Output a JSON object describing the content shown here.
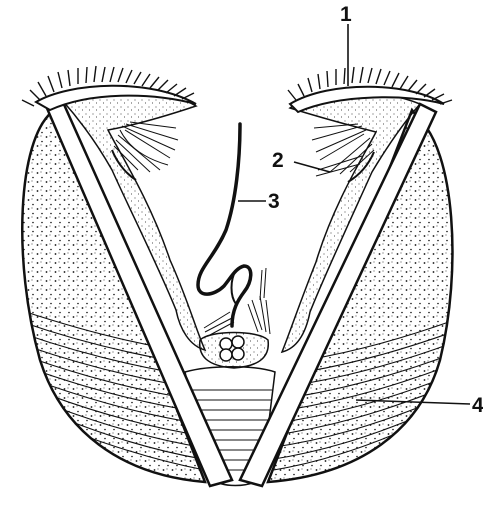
{
  "figure": {
    "labels": {
      "label_1": "1",
      "label_2": "2",
      "label_3": "3",
      "label_4": "4"
    },
    "colors": {
      "ink": "#111111",
      "paper": "#ffffff"
    }
  }
}
